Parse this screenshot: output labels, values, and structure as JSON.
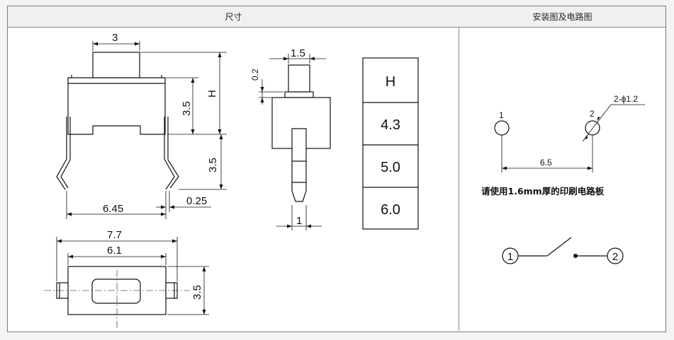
{
  "header": {
    "left_title": "尺寸",
    "right_title": "安装图及电路图"
  },
  "side_view": {
    "top_width": "3",
    "height_label": "H",
    "upper_height": "3.5",
    "lower_height": "3.5",
    "base_width": "6.45",
    "pin_thickness": "0.25"
  },
  "front_view": {
    "cap_width": "1.5",
    "cap_offset": "0.2",
    "pin_width": "1"
  },
  "h_table": {
    "header": "H",
    "rows": [
      "4.3",
      "5.0",
      "6.0"
    ]
  },
  "top_view": {
    "outer_width": "7.7",
    "inner_width": "6.1",
    "depth": "3.5"
  },
  "mounting": {
    "hole1_label": "1",
    "hole2_label": "2",
    "hole_spec": "2-ϕ1.2",
    "spacing": "6.5",
    "note": "请使用1.6mm厚的印刷电路板"
  },
  "circuit": {
    "terminal1": "1",
    "terminal2": "2"
  }
}
